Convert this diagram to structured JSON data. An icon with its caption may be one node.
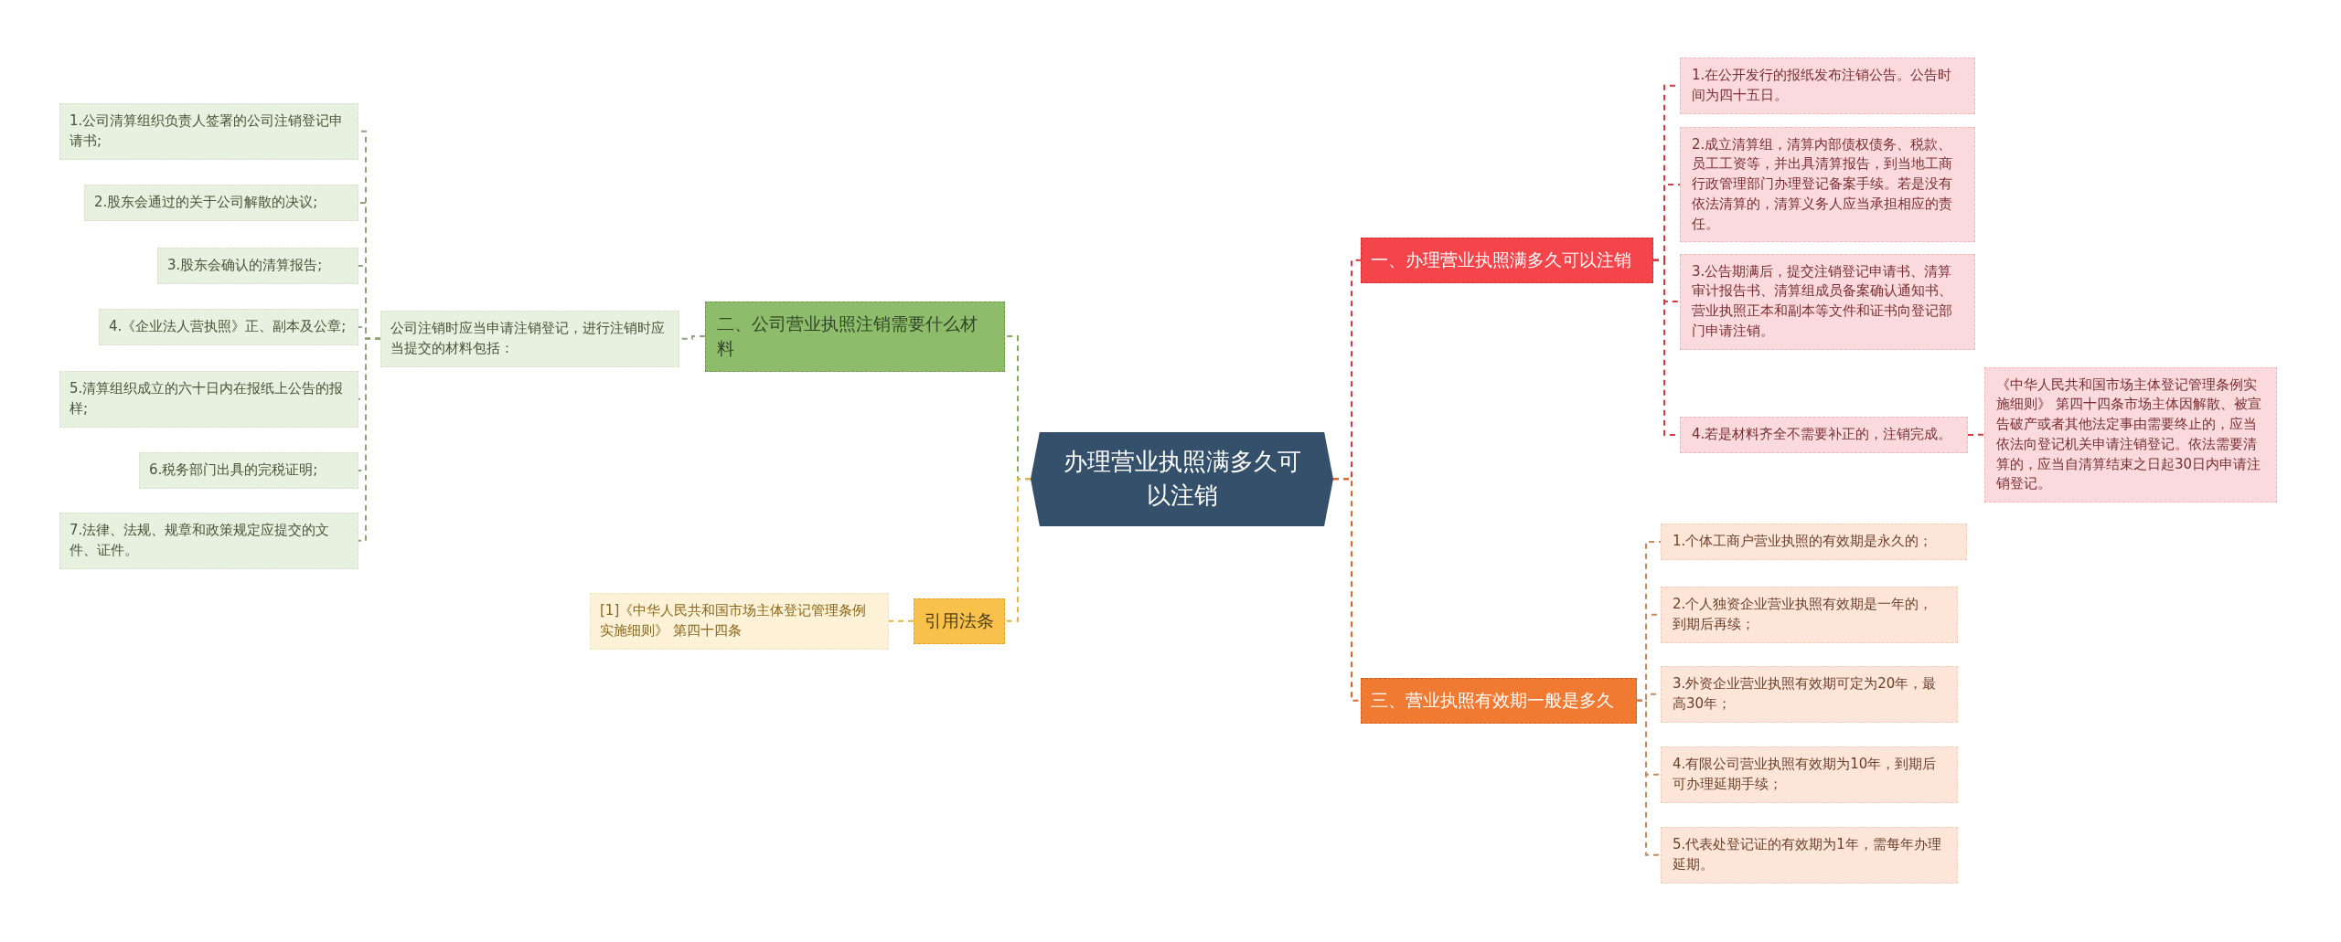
{
  "diagram": {
    "nodes": [
      {
        "text": [
          "办理营业执照满多久可以注销"
        ]
      },
      {
        "text": [
          "一、办理营业执照满多久可以注销"
        ]
      },
      {
        "text": [
          "1.在公开发行的报纸发布注销公告。公告时间为四十五日。"
        ]
      },
      {
        "text": [
          "2.成立清算组，清算内部债权债务、税款、员工工资等，并出具清算报告，到当地工商行政管理部门办理登记备案手续。若是没有依法清算的，清算义务人应当承担相应的责任。"
        ]
      },
      {
        "text": [
          "3.公告期满后，提交注销登记申请书、清算审计报告书、清算组成员备案确认通知书、营业执照正本和副本等文件和证书向登记部门申请注销。"
        ]
      },
      {
        "text": [
          "4.若是材料齐全不需要补正的，注销完成。"
        ]
      },
      {
        "text": [
          "《中华人民共和国市场主体登记管理条例实施细则》 第四十四条市场主体因解散、被宣告破产或者其他法定事由需要终止的，应当依法向登记机关申请注销登记。依法需要清算的，应当自清算结束之日起30日内申请注销登记。"
        ]
      },
      {
        "text": [
          "三、营业执照有效期一般是多久"
        ]
      },
      {
        "text": [
          "1.个体工商户营业执照的有效期是永久的；"
        ]
      },
      {
        "text": [
          "2.个人独资企业营业执照有效期是一年的，到期后再续；"
        ]
      },
      {
        "text": [
          "3.外资企业营业执照有效期可定为20年，最高30年；"
        ]
      },
      {
        "text": [
          "4.有限公司营业执照有效期为10年，到期后可办理延期手续；"
        ]
      },
      {
        "text": [
          "5.代表处登记证的有效期为1年，需每年办理延期。"
        ]
      },
      {
        "text": [
          "二、公司营业执照注销需要什么材料"
        ]
      },
      {
        "text": [
          "公司注销时应当申请注销登记，进行注销时应当提交的材料包括："
        ]
      },
      {
        "text": [
          "1.公司清算组织负责人签署的公司注销登记申请书;"
        ]
      },
      {
        "text": [
          "2.股东会通过的关于公司解散的决议;"
        ]
      },
      {
        "text": [
          "3.股东会确认的清算报告;"
        ]
      },
      {
        "text": [
          "4.《企业法人营执照》正、副本及公章;"
        ]
      },
      {
        "text": [
          "5.清算组织成立的六十日内在报纸上公告的报样;"
        ]
      },
      {
        "text": [
          "6.税务部门出具的完税证明;"
        ]
      },
      {
        "text": [
          "7.法律、法规、规章和政策规定应提交的文件、证件。"
        ]
      },
      {
        "text": [
          "引用法条"
        ]
      },
      {
        "text": [
          "[1]《中华人民共和国市场主体登记管理条例实施细则》 第四十四条"
        ]
      }
    ],
    "edges": [
      {
        "from": 0,
        "to": 1,
        "arrow": "none",
        "style": "dashed",
        "color": "#d9363e"
      },
      {
        "from": 1,
        "to": 2,
        "arrow": "none",
        "style": "dashed",
        "color": "#d9363e"
      },
      {
        "from": 1,
        "to": 3,
        "arrow": "none",
        "style": "dashed",
        "color": "#d9363e"
      },
      {
        "from": 1,
        "to": 4,
        "arrow": "none",
        "style": "dashed",
        "color": "#d9363e"
      },
      {
        "from": 1,
        "to": 5,
        "arrow": "none",
        "style": "dashed",
        "color": "#d9363e"
      },
      {
        "from": 5,
        "to": 6,
        "arrow": "none",
        "style": "dashed",
        "color": "#d9363e"
      },
      {
        "from": 0,
        "to": 7,
        "arrow": "none",
        "style": "dashed",
        "color": "#e0672a"
      },
      {
        "from": 7,
        "to": 8,
        "arrow": "none",
        "style": "dashed",
        "color": "#c8895e"
      },
      {
        "from": 7,
        "to": 9,
        "arrow": "none",
        "style": "dashed",
        "color": "#c8895e"
      },
      {
        "from": 7,
        "to": 10,
        "arrow": "none",
        "style": "dashed",
        "color": "#c8895e"
      },
      {
        "from": 7,
        "to": 11,
        "arrow": "none",
        "style": "dashed",
        "color": "#c8895e"
      },
      {
        "from": 7,
        "to": 12,
        "arrow": "none",
        "style": "dashed",
        "color": "#c8895e"
      },
      {
        "from": 0,
        "to": 13,
        "arrow": "none",
        "style": "dashed",
        "color": "#7fae5c"
      },
      {
        "from": 13,
        "to": 14,
        "arrow": "none",
        "style": "dashed",
        "color": "#8fa27c"
      },
      {
        "from": 14,
        "to": 15,
        "arrow": "none",
        "style": "dashed",
        "color": "#8fa27c"
      },
      {
        "from": 14,
        "to": 16,
        "arrow": "none",
        "style": "dashed",
        "color": "#8fa27c"
      },
      {
        "from": 14,
        "to": 17,
        "arrow": "none",
        "style": "dashed",
        "color": "#8fa27c"
      },
      {
        "from": 14,
        "to": 18,
        "arrow": "none",
        "style": "dashed",
        "color": "#8fa27c"
      },
      {
        "from": 14,
        "to": 19,
        "arrow": "none",
        "style": "dashed",
        "color": "#8fa27c"
      },
      {
        "from": 14,
        "to": 20,
        "arrow": "none",
        "style": "dashed",
        "color": "#8fa27c"
      },
      {
        "from": 14,
        "to": 21,
        "arrow": "none",
        "style": "dashed",
        "color": "#8fa27c"
      },
      {
        "from": 0,
        "to": 22,
        "arrow": "none",
        "style": "dashed",
        "color": "#e8b340"
      },
      {
        "from": 22,
        "to": 23,
        "arrow": "none",
        "style": "dashed",
        "color": "#e8b340"
      }
    ]
  }
}
